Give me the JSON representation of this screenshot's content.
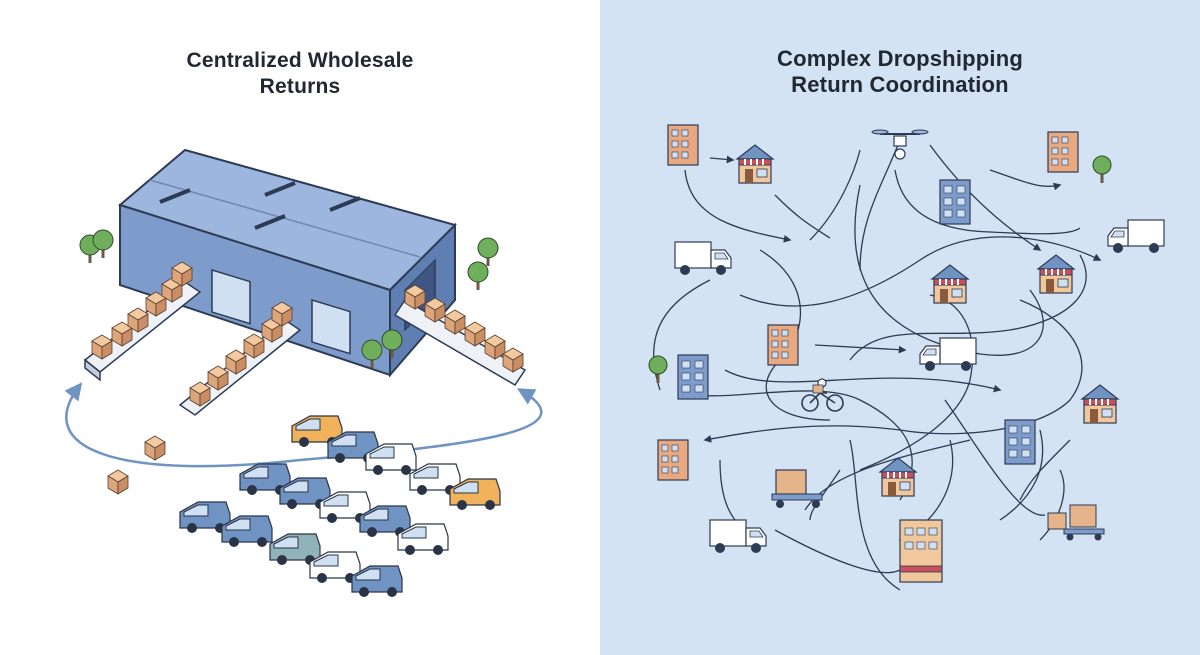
{
  "left": {
    "title_line1": "Centralized Wholesale",
    "title_line2": "Returns"
  },
  "right": {
    "title_line1": "Complex Dropshipping",
    "title_line2": "Return Coordination"
  },
  "colors": {
    "right_background": "#d3e3f3",
    "warehouse_blue": "#7d9bcb",
    "box_tan": "#e6b48a",
    "van_orange": "#f0b25a",
    "awning_red": "#c8505a",
    "tree_green": "#6fae5a",
    "line_navy": "#2e3b55"
  }
}
